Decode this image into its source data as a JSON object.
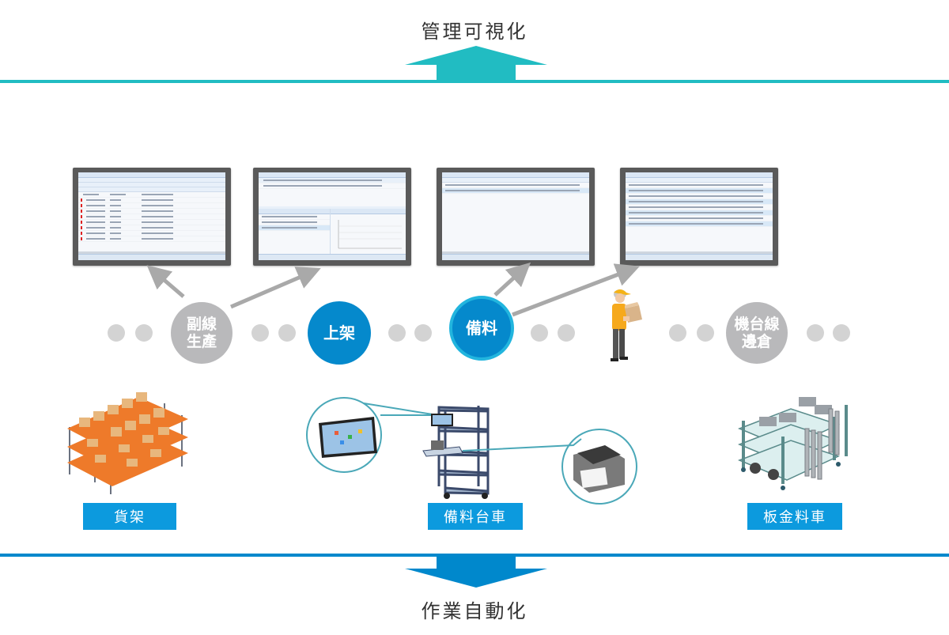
{
  "header": {
    "title": "管理可視化"
  },
  "footer": {
    "title": "作業自動化"
  },
  "colors": {
    "management_line": "#21bcc2",
    "automation_line": "#0088cc",
    "active_node": "#0589cc",
    "active_ring": "#22b5de",
    "inactive_node": "#b9b9bb",
    "connector_dot": "#d3d3d3",
    "label_bg": "#0c9ade"
  },
  "monitors": [
    {
      "name": "sub-line-production-screen",
      "content": "list-table"
    },
    {
      "name": "shelving-screen",
      "content": "table-and-chart"
    },
    {
      "name": "material-prep-screen",
      "content": "list-table"
    },
    {
      "name": "material-prep-detail-screen",
      "content": "list-table"
    }
  ],
  "process": {
    "nodes": [
      {
        "label_line1": "副線",
        "label_line2": "生產",
        "state": "inactive"
      },
      {
        "label_line1": "上架",
        "label_line2": "",
        "state": "highlighted"
      },
      {
        "label_line1": "備料",
        "label_line2": "",
        "state": "active"
      },
      {
        "label_line1": "機台線",
        "label_line2": "邊倉",
        "state": "inactive"
      }
    ]
  },
  "equipment": [
    {
      "label": "貨架",
      "icon": "shelving-rack"
    },
    {
      "label": "備料台車",
      "icon": "material-cart-with-tablet-and-printer"
    },
    {
      "label": "板金料車",
      "icon": "sheet-metal-cart"
    }
  ]
}
